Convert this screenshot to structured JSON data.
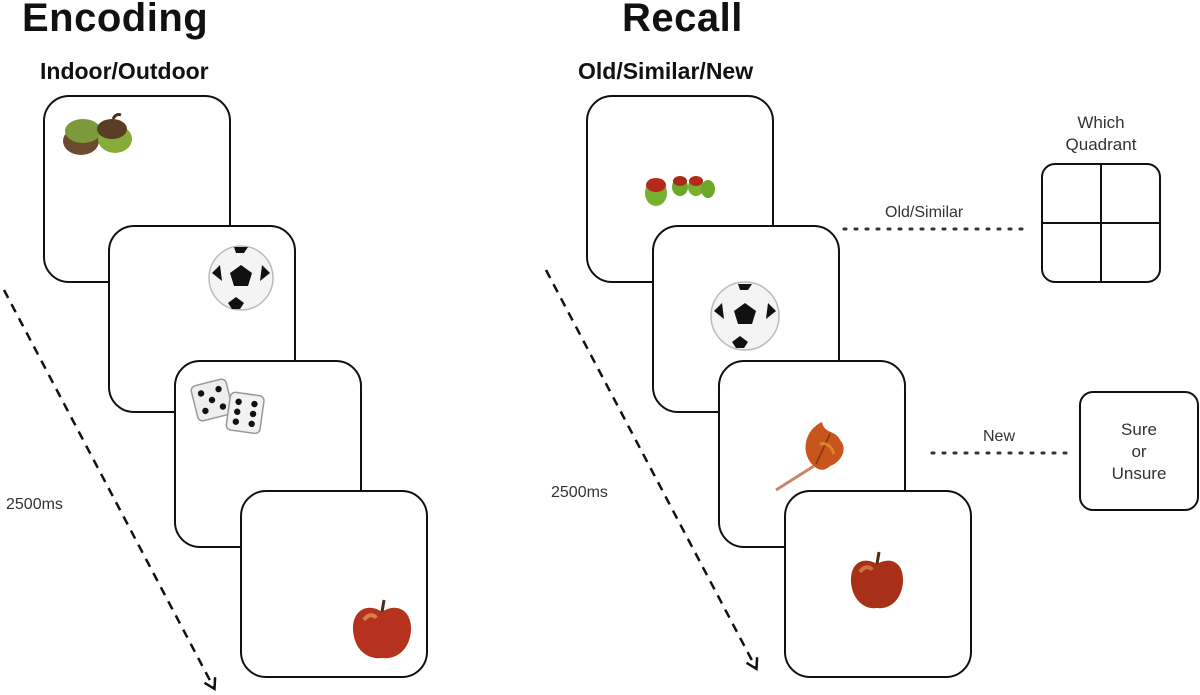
{
  "encoding": {
    "title": "Encoding",
    "task": "Indoor/Outdoor",
    "timing": "2500ms",
    "stimuli": [
      "acorns-icon",
      "soccer-ball-icon",
      "dice-icon",
      "apple-icon"
    ]
  },
  "recall": {
    "title": "Recall",
    "task": "Old/Similar/New",
    "timing": "2500ms",
    "stimuli": [
      "acorns-icon",
      "soccer-ball-icon",
      "leaf-icon",
      "apple-icon"
    ],
    "old_similar_label": "Old/Similar",
    "new_label": "New",
    "quadrant_prompt": [
      "Which",
      "Quadrant"
    ],
    "confidence_prompt": [
      "Sure",
      "or",
      "Unsure"
    ]
  }
}
